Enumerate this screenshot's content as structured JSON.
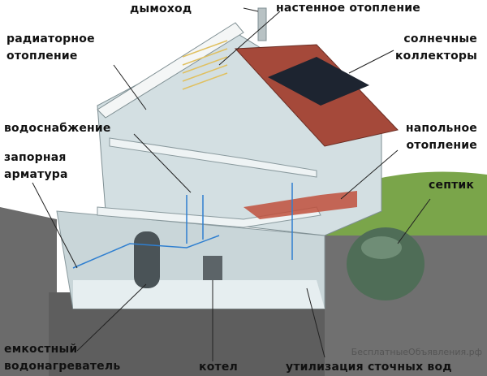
{
  "labels": {
    "chimney": "дымоход",
    "wall_heating": "настенное отопление",
    "radiator_heating": [
      "радиаторное",
      "отопление"
    ],
    "solar_collectors": [
      "солнечные",
      "коллекторы"
    ],
    "water_supply": "водоснабжение",
    "floor_heating": [
      "напольное",
      "отопление"
    ],
    "shutoff_valves": [
      "запорная",
      "арматура"
    ],
    "septic": "септик",
    "water_heater": [
      "емкостный",
      "водонагреватель"
    ],
    "boiler": "котел",
    "wastewater": "утилизация сточных вод"
  },
  "watermark": "БесплатныеОбъявления.рф",
  "colors": {
    "roof": "#a5493a",
    "solar": "#1d2430",
    "walls": "#d3dfe2",
    "earth": "#6b6b6b",
    "grass": "#7aa54a",
    "floor_heating": "#c0503c",
    "pipes": "#2f7fd0"
  }
}
